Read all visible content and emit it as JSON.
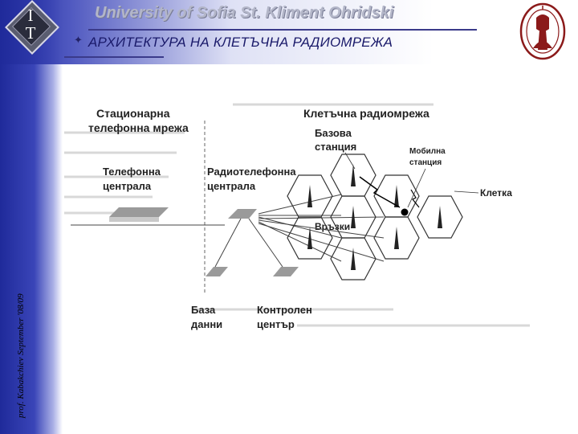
{
  "header": {
    "university": "University of Sofia St. Kliment Ohridski",
    "slide_title": "АРХИТЕКТУРА НА КЛЕТЪЧНА РАДИОМРЕЖА",
    "logo_letters": [
      "I",
      "T"
    ]
  },
  "sidebar": {
    "caption": "prof. Kabakchiev September '08/09"
  },
  "diagram": {
    "fixed_network_line1": "Стационарна",
    "fixed_network_line2": "телефонна мрежа",
    "cellular_network": "Клетъчна радиомрежа",
    "phone_exchange_line1": "Телефонна",
    "phone_exchange_line2": "централа",
    "radio_exchange_line1": "Радиотелефонна",
    "radio_exchange_line2": "централа",
    "base_station_line1": "Базова",
    "base_station_line2": "станция",
    "mobile_station_line1": "Мобилна",
    "mobile_station_line2": "станция",
    "cell": "Клетка",
    "links": "Връзки",
    "database_line1": "База",
    "database_line2": "данни",
    "control_center_line1": "Контролен",
    "control_center_line2": "център"
  },
  "colors": {
    "sidebar": "#1f2a9a",
    "title": "#1a1a6a",
    "seal": "#8b1a1a"
  }
}
